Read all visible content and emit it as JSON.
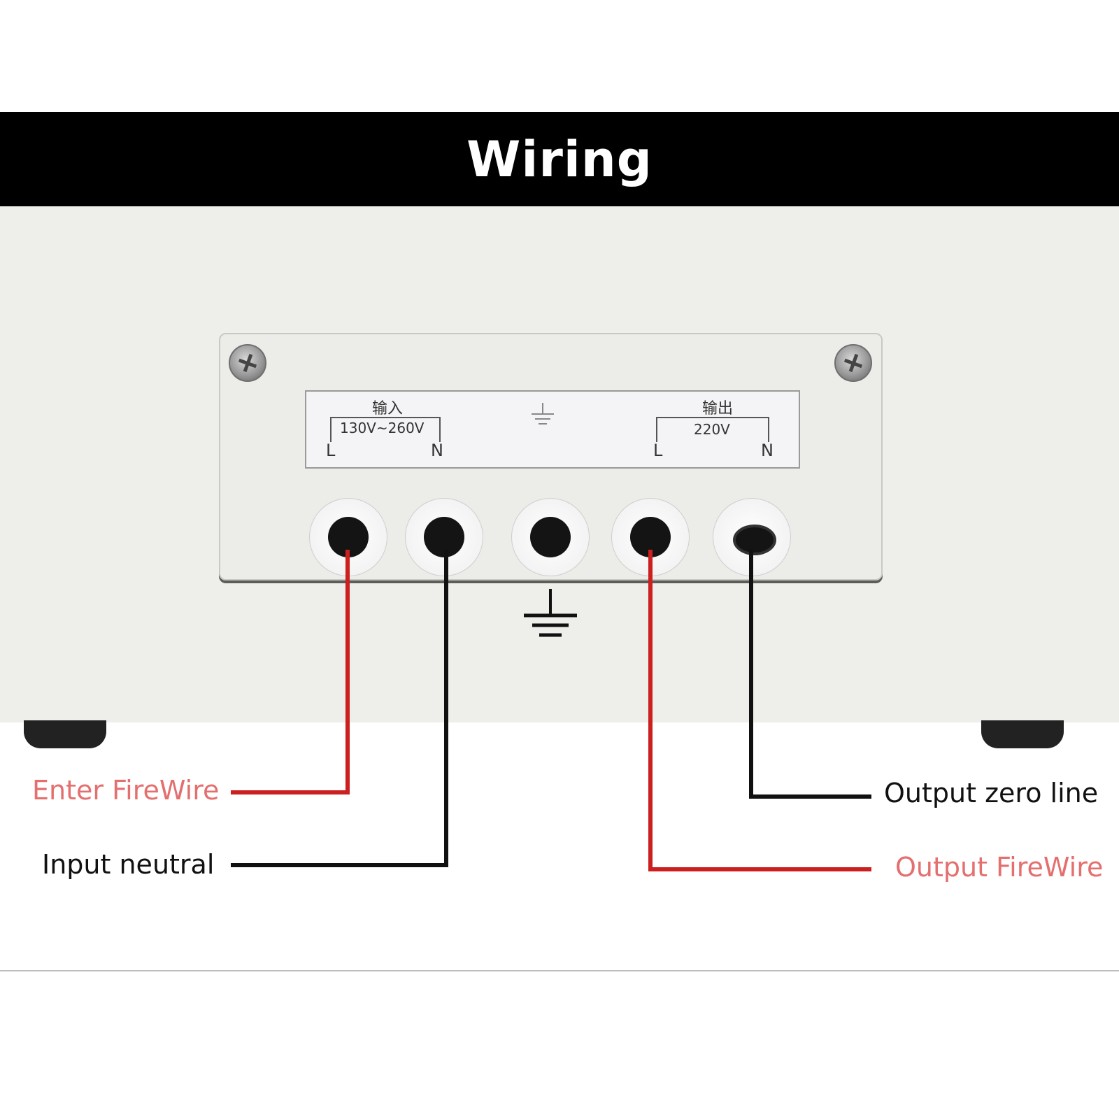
{
  "title": "Wiring",
  "panel": {
    "input_heading": "输入",
    "input_voltage": "130V~260V",
    "output_heading": "输出",
    "output_voltage": "220V",
    "line_label": "L",
    "neutral_label": "N"
  },
  "callouts": {
    "enter_firewire": "Enter FireWire",
    "input_neutral": "Input neutral",
    "output_zero_line": "Output zero line",
    "output_firewire": "Output FireWire"
  },
  "colors": {
    "live_wire": "#cc1f1f",
    "neutral_wire": "#111111",
    "live_text": "#e46f6f",
    "neutral_text": "#111111",
    "header_bg": "#000000",
    "cabinet": "#eeeeea"
  },
  "icons": {
    "ground": "ground-icon",
    "screw": "screw-icon"
  }
}
